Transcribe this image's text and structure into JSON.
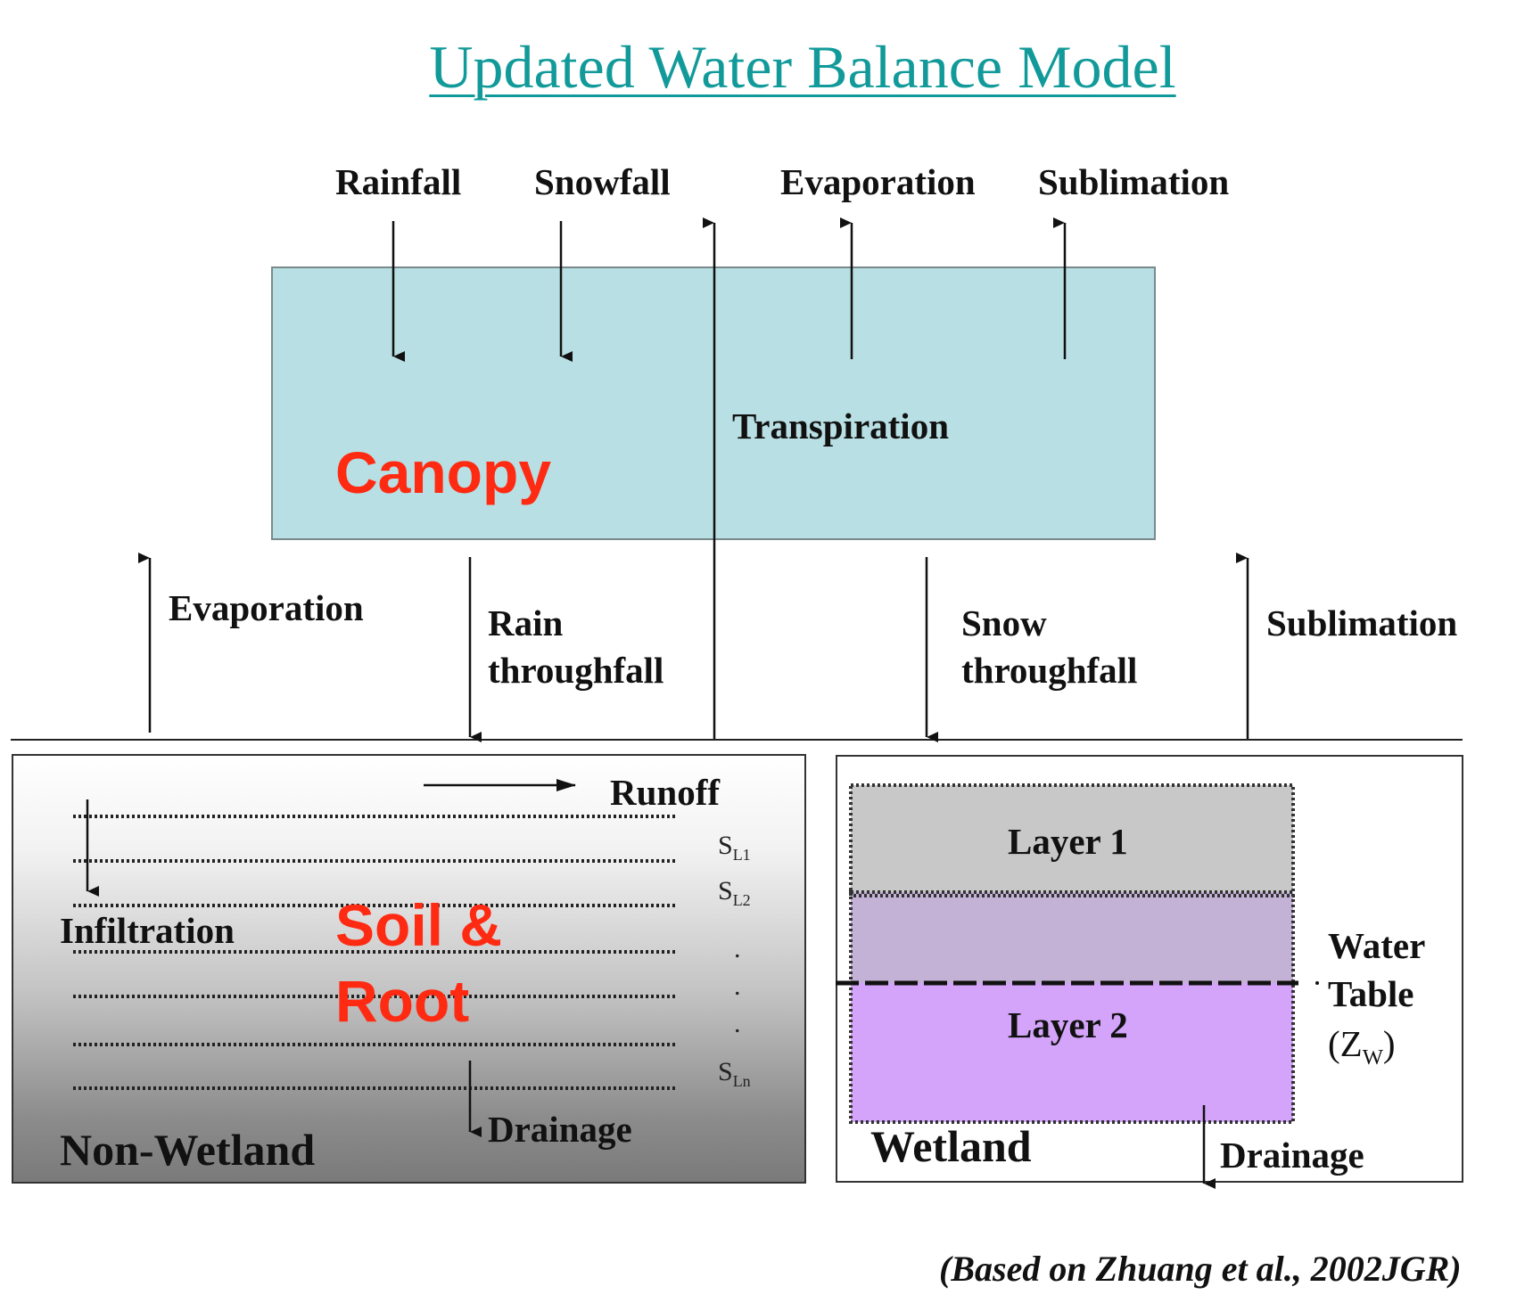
{
  "title": "Updated Water Balance Model",
  "top_labels": {
    "rainfall": "Rainfall",
    "snowfall": "Snowfall",
    "evaporation": "Evaporation",
    "sublimation": "Sublimation"
  },
  "canopy": {
    "label": "Canopy",
    "transpiration": "Transpiration"
  },
  "middle_labels": {
    "evaporation": "Evaporation",
    "rain_line1": "Rain",
    "rain_line2": "throughfall",
    "snow_line1": "Snow",
    "snow_line2": "throughfall",
    "sublimation": "Sublimation"
  },
  "non_wetland": {
    "label": "Non-Wetland",
    "runoff": "Runoff",
    "infiltration": "Infiltration",
    "soil_line1": "Soil &",
    "soil_line2": "Root",
    "drainage": "Drainage",
    "layers": [
      {
        "base": "S",
        "sub": "L1"
      },
      {
        "base": "S",
        "sub": "L2"
      },
      {
        "base": "S",
        "sub": "Ln"
      }
    ],
    "dots": ".",
    "layer_line_count": 7
  },
  "wetland": {
    "label": "Wetland",
    "layer1": "Layer 1",
    "layer2": "Layer 2",
    "water_table_line1": "Water",
    "water_table_line2": "Table",
    "water_table_open": "(Z",
    "water_table_sub": "W",
    "water_table_close": ")",
    "drainage": "Drainage"
  },
  "credit": "(Based on Zhuang et al., 2002JGR)",
  "colors": {
    "title": "#129a9a",
    "canopy_fill": "#b8dfe3",
    "red_text": "#ff2a12",
    "layer1_fill": "#c8c8c8",
    "overlap_fill": "#c3b1d6",
    "layer2_fill": "#d4a4fa"
  }
}
